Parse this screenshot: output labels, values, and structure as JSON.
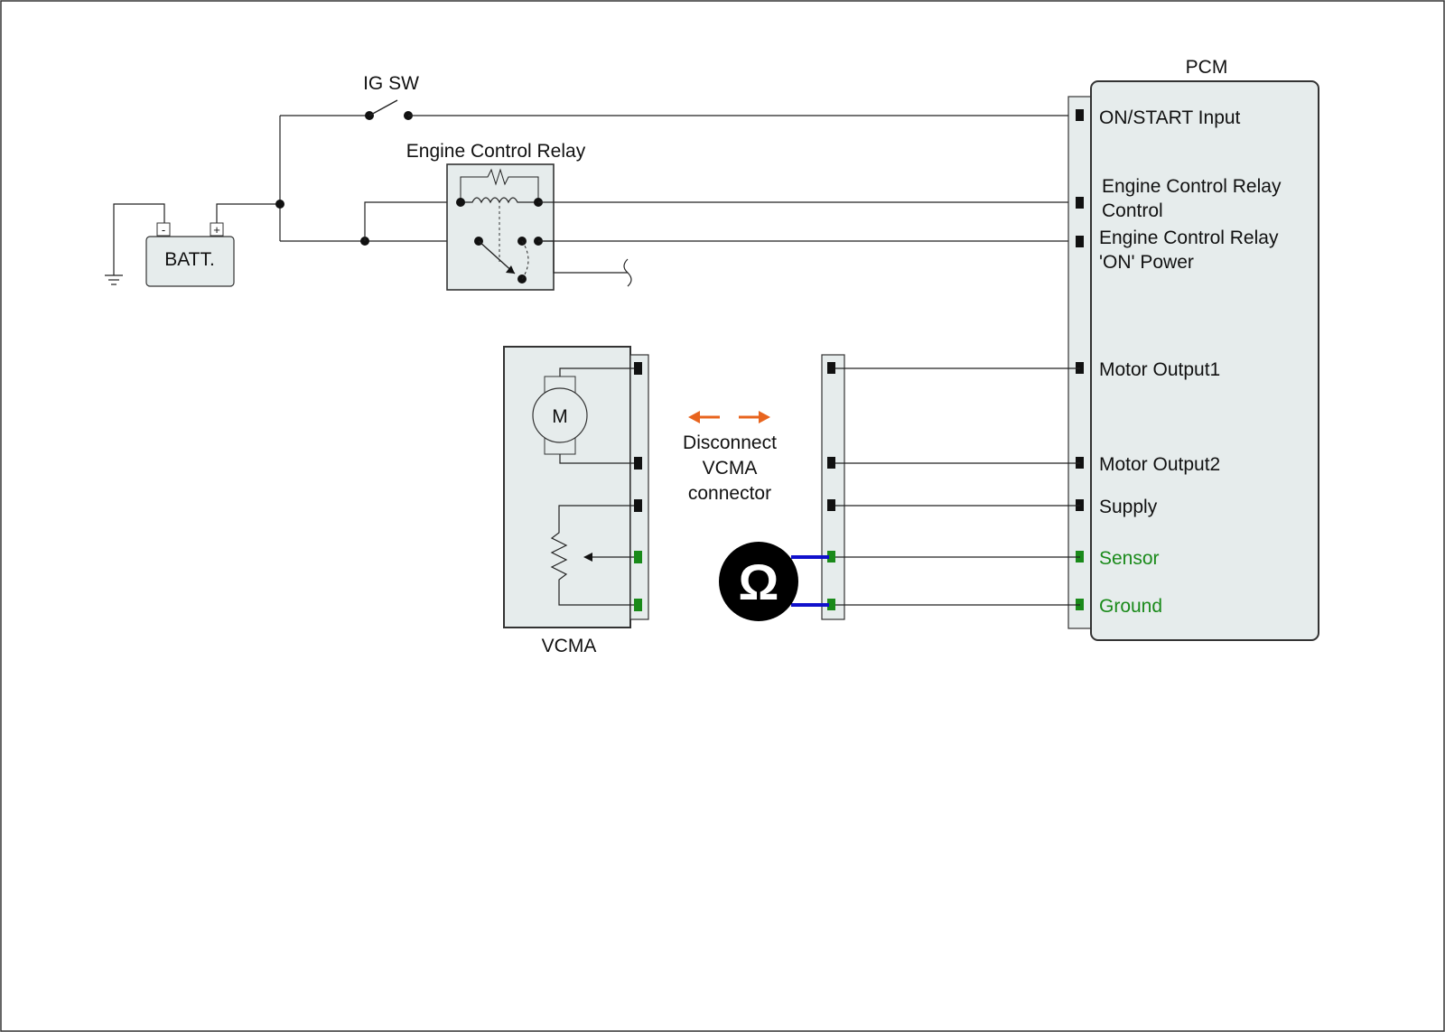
{
  "top": {
    "ig_sw_label": "IG SW",
    "relay_label": "Engine Control Relay",
    "battery_label": "BATT.",
    "battery_minus": "-",
    "battery_plus": "+",
    "pcm_title": "PCM",
    "vcma_label": "VCMA",
    "motor_symbol": "M",
    "disconnect_line1": "Disconnect",
    "disconnect_line2": "VCMA",
    "disconnect_line3": "connector",
    "meter_symbol": "Ω",
    "pcm_pins": {
      "on_start": "ON/START Input",
      "ecr_control_1": "Engine Control Relay",
      "ecr_control_2": "Control",
      "ecr_power_1": "Engine Control Relay",
      "ecr_power_2": "'ON' Power",
      "motor_output1": "Motor Output1",
      "motor_output2": "Motor Output2",
      "supply": "Supply",
      "sensor": "Sensor",
      "ground": "Ground"
    }
  },
  "colors": {
    "highlight_text": "#1a8a1a",
    "pin_highlight": "#1a8a1a",
    "meter_lead": "#1010cc",
    "arrow": "#e8641e",
    "panel_fill": "#e6ecec"
  }
}
